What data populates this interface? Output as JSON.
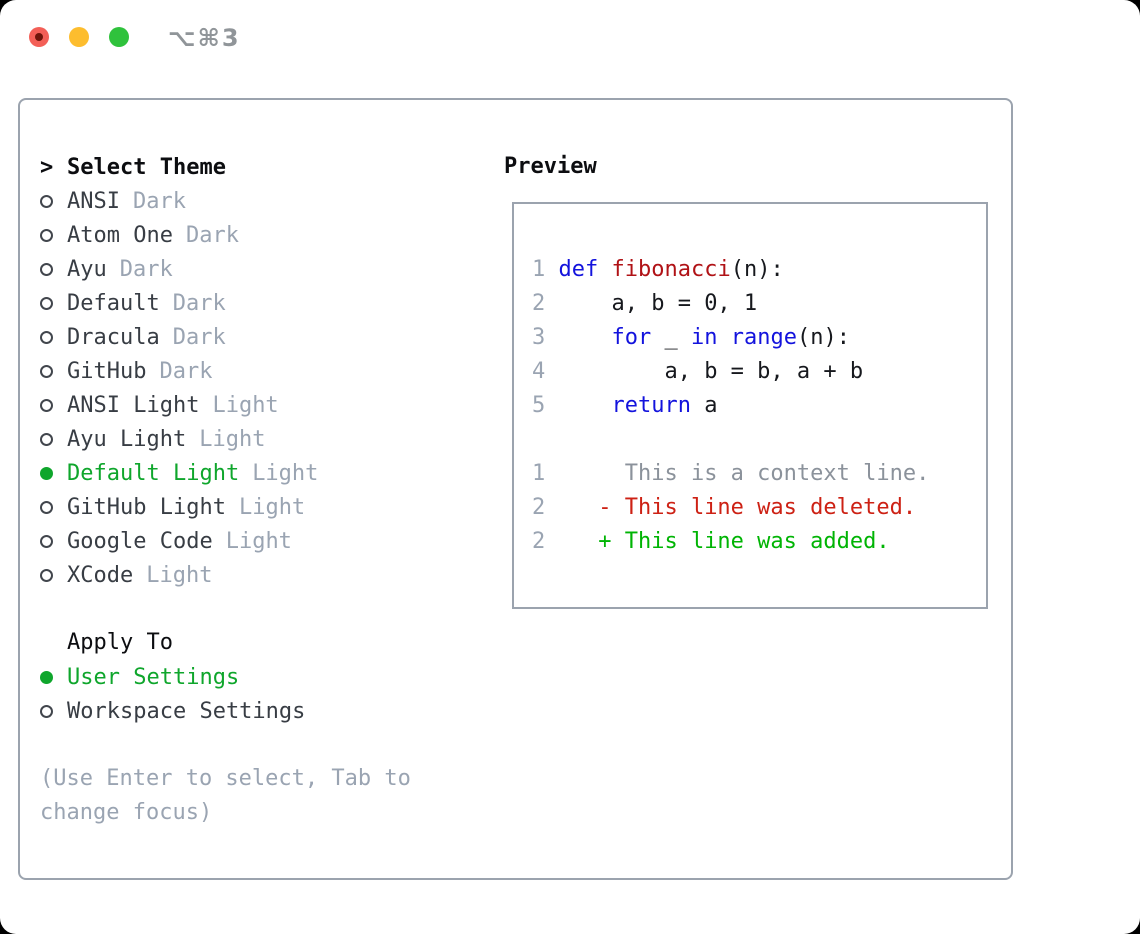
{
  "window": {
    "title": "⌥⌘3",
    "traffic_lights": {
      "close": "close-button",
      "minimize": "minimize-button",
      "zoom": "zoom-button"
    }
  },
  "colors": {
    "traffic-red": "#f35f57",
    "traffic-red-dot": "#6e150b",
    "traffic-yellow": "#fdbd2e",
    "traffic-green": "#2fc23c",
    "titlebar-text": "#909599",
    "border": "#9ba3ae",
    "heading": "#0c0d10",
    "item-text": "#383d44",
    "ring": "#42464d",
    "muted": "#9aa4b2",
    "green": "#0fa62c",
    "code-plain": "#16181d",
    "code-keyword": "#1313dd",
    "code-function": "#b01216",
    "diff-context": "#8b929b",
    "diff-deleted": "#cd2114",
    "diff-added": "#00b404"
  },
  "theme_panel": {
    "prompt": ">",
    "title": "Select Theme",
    "items": [
      {
        "name": "ANSI",
        "tag": "Dark",
        "selected": false
      },
      {
        "name": "Atom One",
        "tag": "Dark",
        "selected": false
      },
      {
        "name": "Ayu",
        "tag": "Dark",
        "selected": false
      },
      {
        "name": "Default",
        "tag": "Dark",
        "selected": false
      },
      {
        "name": "Dracula",
        "tag": "Dark",
        "selected": false
      },
      {
        "name": "GitHub",
        "tag": "Dark",
        "selected": false
      },
      {
        "name": "ANSI Light",
        "tag": "Light",
        "selected": false
      },
      {
        "name": "Ayu Light",
        "tag": "Light",
        "selected": false
      },
      {
        "name": "Default Light",
        "tag": "Light",
        "selected": true
      },
      {
        "name": "GitHub Light",
        "tag": "Light",
        "selected": false
      },
      {
        "name": "Google Code",
        "tag": "Light",
        "selected": false
      },
      {
        "name": "XCode",
        "tag": "Light",
        "selected": false
      }
    ],
    "apply_to": {
      "title": "Apply To",
      "options": [
        {
          "label": "User Settings",
          "selected": true
        },
        {
          "label": "Workspace Settings",
          "selected": false
        }
      ]
    },
    "help": "(Use Enter to select, Tab to change focus)"
  },
  "preview": {
    "title": "Preview",
    "code_lines": [
      {
        "num": "1",
        "tokens": [
          {
            "text": " "
          },
          {
            "text": "def",
            "color": "keyword"
          },
          {
            "text": " "
          },
          {
            "text": "fibonacci",
            "color": "function"
          },
          {
            "text": "(n):"
          }
        ]
      },
      {
        "num": "2",
        "tokens": [
          {
            "text": "     a, b = 0, 1"
          }
        ]
      },
      {
        "num": "3",
        "tokens": [
          {
            "text": "     "
          },
          {
            "text": "for",
            "color": "keyword"
          },
          {
            "text": " _ "
          },
          {
            "text": "in",
            "color": "keyword"
          },
          {
            "text": " "
          },
          {
            "text": "range",
            "color": "keyword"
          },
          {
            "text": "(n):"
          }
        ]
      },
      {
        "num": "4",
        "tokens": [
          {
            "text": "         a, b = b, a + b"
          }
        ]
      },
      {
        "num": "5",
        "tokens": [
          {
            "text": "     "
          },
          {
            "text": "return",
            "color": "keyword"
          },
          {
            "text": " a"
          }
        ]
      }
    ],
    "diff_lines": [
      {
        "num": "1",
        "content": "      This is a context line.",
        "type": "context"
      },
      {
        "num": "2",
        "content": "    - This line was deleted.",
        "type": "deleted"
      },
      {
        "num": "2",
        "content": "    + This line was added.",
        "type": "added"
      }
    ]
  }
}
